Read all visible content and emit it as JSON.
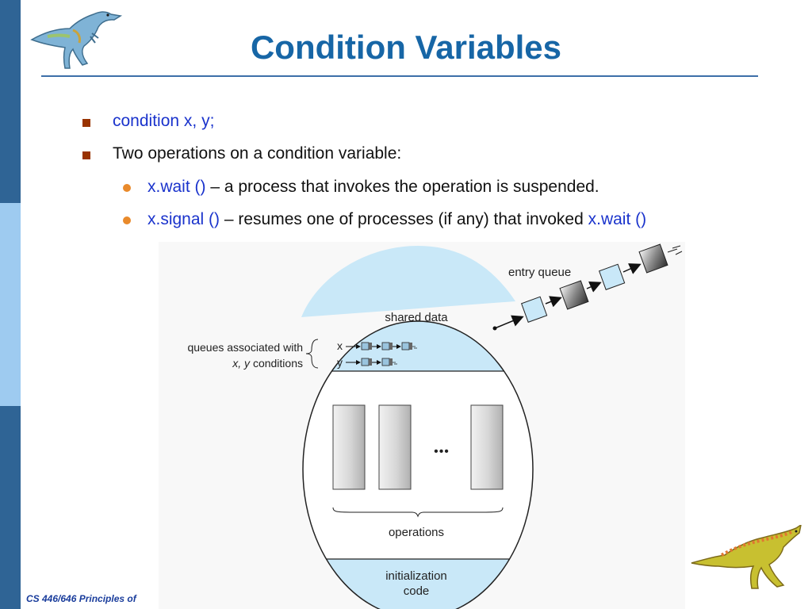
{
  "slide": {
    "title": "Condition Variables",
    "footer": "CS 446/646 Principles of"
  },
  "bullets": [
    {
      "code": "condition x, y;"
    },
    {
      "text": "Two operations on a condition variable:"
    }
  ],
  "sub_bullets": [
    {
      "code": "x.wait ()",
      "text": " – a process that invokes the operation is suspended."
    },
    {
      "code": "x.signal ()",
      "text": " – resumes one of processes (if any) that invoked ",
      "code2": "x.wait ()"
    }
  ],
  "diagram": {
    "entry_queue_label": "entry queue",
    "shared_data_label": "shared data",
    "queues_label_line1": "queues associated with",
    "queues_label_line2_italic": "x, y",
    "queues_label_line2_rest": " conditions",
    "x_label": "x",
    "y_label": "y",
    "ellipsis": "•••",
    "operations_label": "operations",
    "init_line1": "initialization",
    "init_line2": "code"
  },
  "colors": {
    "title": "#1766a6",
    "code_text": "#1a33cc",
    "square_bullet": "#993300",
    "round_bullet": "#e98a2b",
    "sidebar_dark": "#2f6495",
    "sidebar_light": "#9ecbf0",
    "monitor_fill_light": "#c9e8f8"
  },
  "icons": [
    "dinosaur-top-left",
    "dinosaur-bottom-right"
  ]
}
